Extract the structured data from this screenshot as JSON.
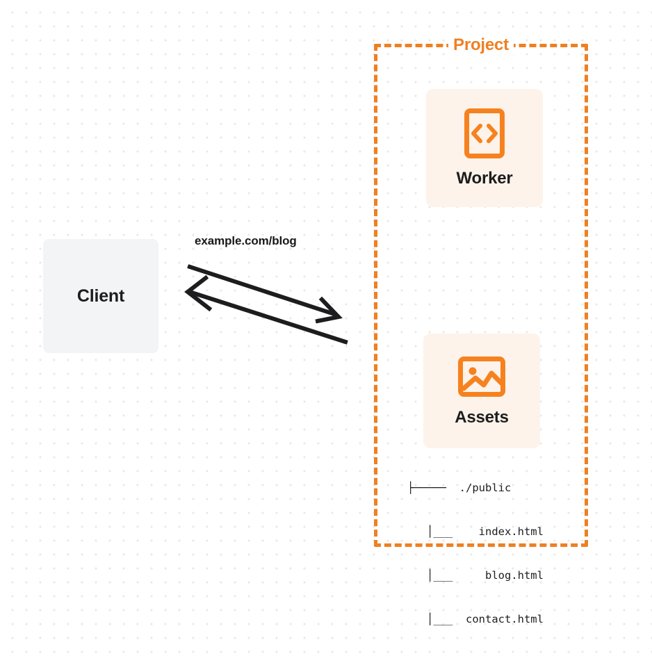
{
  "diagram": {
    "type": "architecture-flow",
    "background": {
      "style": "dotted-grid",
      "dot_color": "#e9e9ea",
      "page_color": "#ffffff"
    },
    "colors": {
      "accent_orange": "#ef8022",
      "icon_orange": "#f6821f",
      "card_bg": "#fdf3ea",
      "client_bg": "#f3f4f5",
      "text_dark": "#1d1d1f",
      "arrow": "#1d1d1f"
    }
  },
  "client": {
    "label": "Client"
  },
  "edge": {
    "label": "example.com/blog",
    "direction": "bidirectional",
    "arrow_to_project": "request",
    "arrow_to_client": "response"
  },
  "project": {
    "title": "Project",
    "nodes": [
      {
        "id": "worker",
        "label": "Worker",
        "icon": "code-brackets-icon"
      },
      {
        "id": "assets",
        "label": "Assets",
        "icon": "image-icon"
      }
    ]
  },
  "file_tree": {
    "lines": [
      "├─────  ./public",
      "   │___    index.html",
      "   │___     blog.html",
      "   │___  contact.html"
    ],
    "root": "./public",
    "files": [
      "index.html",
      "blog.html",
      "contact.html"
    ]
  }
}
